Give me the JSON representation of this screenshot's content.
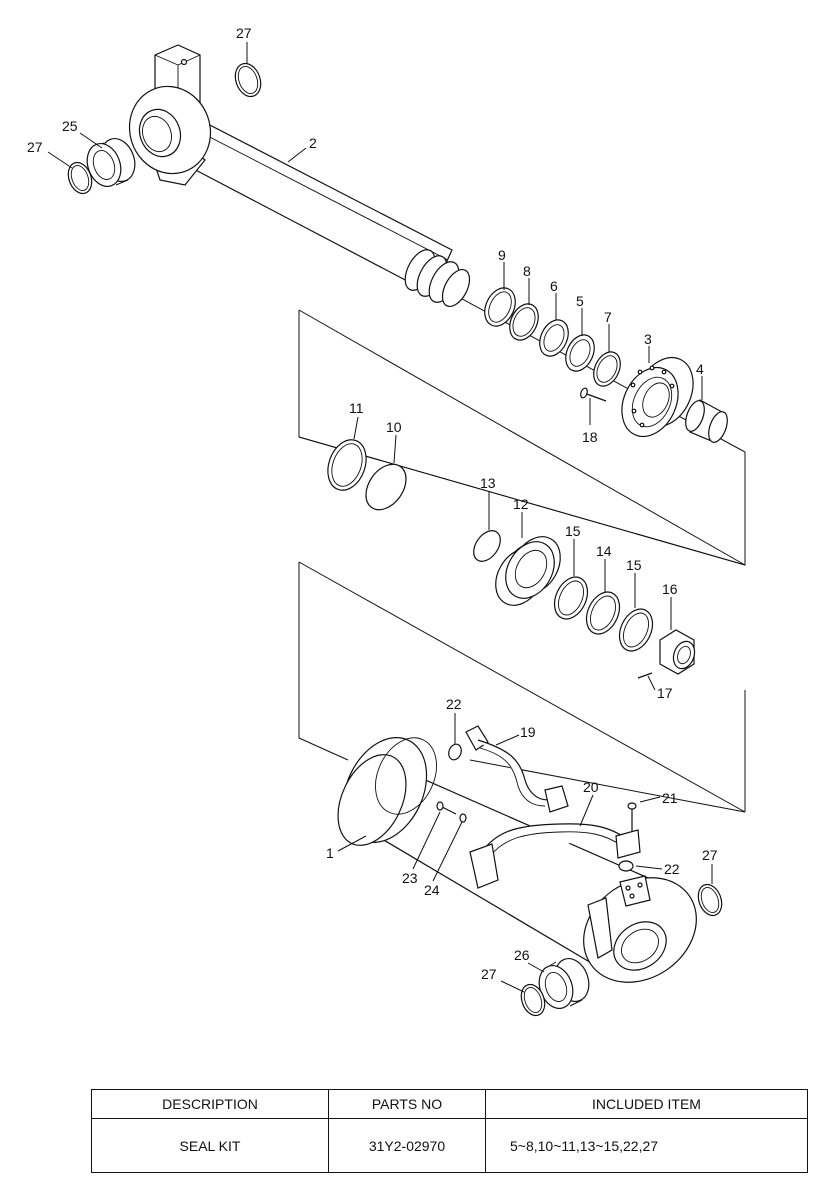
{
  "callouts": [
    {
      "id": "c27a",
      "label": "27"
    },
    {
      "id": "c25",
      "label": "25"
    },
    {
      "id": "c27b",
      "label": "27"
    },
    {
      "id": "c2",
      "label": "2"
    },
    {
      "id": "c9",
      "label": "9"
    },
    {
      "id": "c8",
      "label": "8"
    },
    {
      "id": "c6",
      "label": "6"
    },
    {
      "id": "c5",
      "label": "5"
    },
    {
      "id": "c7",
      "label": "7"
    },
    {
      "id": "c3",
      "label": "3"
    },
    {
      "id": "c4",
      "label": "4"
    },
    {
      "id": "c18",
      "label": "18"
    },
    {
      "id": "c11",
      "label": "11"
    },
    {
      "id": "c10",
      "label": "10"
    },
    {
      "id": "c13",
      "label": "13"
    },
    {
      "id": "c12",
      "label": "12"
    },
    {
      "id": "c15a",
      "label": "15"
    },
    {
      "id": "c14",
      "label": "14"
    },
    {
      "id": "c15b",
      "label": "15"
    },
    {
      "id": "c16",
      "label": "16"
    },
    {
      "id": "c17",
      "label": "17"
    },
    {
      "id": "c22a",
      "label": "22"
    },
    {
      "id": "c19",
      "label": "19"
    },
    {
      "id": "c20",
      "label": "20"
    },
    {
      "id": "c21",
      "label": "21"
    },
    {
      "id": "c1",
      "label": "1"
    },
    {
      "id": "c23",
      "label": "23"
    },
    {
      "id": "c24",
      "label": "24"
    },
    {
      "id": "c22b",
      "label": "22"
    },
    {
      "id": "c27c",
      "label": "27"
    },
    {
      "id": "c26",
      "label": "26"
    },
    {
      "id": "c27d",
      "label": "27"
    }
  ],
  "table": {
    "headers": [
      "DESCRIPTION",
      "PARTS NO",
      "INCLUDED ITEM"
    ],
    "rows": [
      [
        "SEAL KIT",
        "31Y2-02970",
        "5~8,10~11,13~15,22,27"
      ]
    ]
  }
}
